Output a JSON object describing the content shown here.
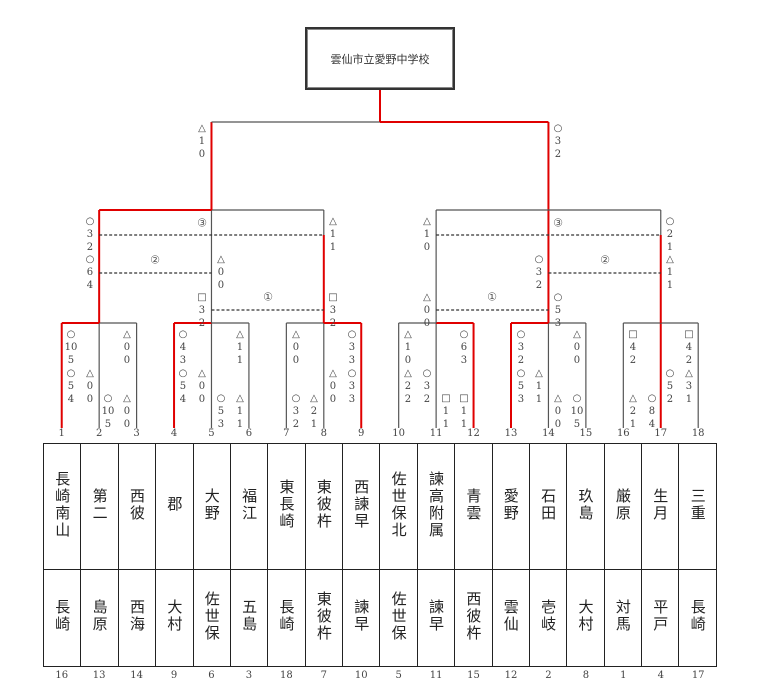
{
  "champion": "雲仙市立愛野中学校",
  "round_labels": [
    "③",
    "②",
    "①",
    "③",
    "②",
    "①"
  ],
  "slot_numbers": [
    "1",
    "2",
    "3",
    "4",
    "5",
    "6",
    "7",
    "8",
    "9",
    "10",
    "11",
    "12",
    "13",
    "14",
    "15",
    "16",
    "17",
    "18"
  ],
  "scores": [
    {
      "mark": "△",
      "a": "1",
      "b": "0"
    },
    {
      "mark": "○",
      "a": "3",
      "b": "2"
    },
    {
      "mark": "○",
      "a": "3",
      "b": "2"
    },
    {
      "mark": "○",
      "a": "6",
      "b": "4"
    },
    {
      "mark": "△",
      "a": "0",
      "b": "0"
    },
    {
      "mark": "□",
      "a": "3",
      "b": "2"
    },
    {
      "mark": "△",
      "a": "1",
      "b": "1"
    },
    {
      "mark": "□",
      "a": "3",
      "b": "2"
    },
    {
      "mark": "○",
      "a": "10",
      "b": "5"
    },
    {
      "mark": "○",
      "a": "5",
      "b": "4"
    },
    {
      "mark": "△",
      "a": "0",
      "b": "0"
    },
    {
      "mark": "○",
      "a": "10",
      "b": "5"
    },
    {
      "mark": "△",
      "a": "0",
      "b": "0"
    },
    {
      "mark": "△",
      "a": "0",
      "b": "0"
    },
    {
      "mark": "○",
      "a": "4",
      "b": "3"
    },
    {
      "mark": "○",
      "a": "5",
      "b": "4"
    },
    {
      "mark": "△",
      "a": "0",
      "b": "0"
    },
    {
      "mark": "○",
      "a": "5",
      "b": "3"
    },
    {
      "mark": "△",
      "a": "1",
      "b": "1"
    },
    {
      "mark": "△",
      "a": "1",
      "b": "1"
    },
    {
      "mark": "△",
      "a": "0",
      "b": "0"
    },
    {
      "mark": "○",
      "a": "3",
      "b": "2"
    },
    {
      "mark": "△",
      "a": "2",
      "b": "1"
    },
    {
      "mark": "△",
      "a": "0",
      "b": "0"
    },
    {
      "mark": "○",
      "a": "3",
      "b": "3"
    },
    {
      "mark": "○",
      "a": "3",
      "b": "3"
    },
    {
      "mark": "△",
      "a": "1",
      "b": "0"
    },
    {
      "mark": "○",
      "a": "2",
      "b": "1"
    },
    {
      "mark": "△",
      "a": "1",
      "b": "1"
    },
    {
      "mark": "○",
      "a": "3",
      "b": "2"
    },
    {
      "mark": "△",
      "a": "0",
      "b": "0"
    },
    {
      "mark": "○",
      "a": "5",
      "b": "3"
    },
    {
      "mark": "△",
      "a": "1",
      "b": "0"
    },
    {
      "mark": "△",
      "a": "2",
      "b": "2"
    },
    {
      "mark": "○",
      "a": "3",
      "b": "2"
    },
    {
      "mark": "□",
      "a": "1",
      "b": "1"
    },
    {
      "mark": "○",
      "a": "6",
      "b": "3"
    },
    {
      "mark": "□",
      "a": "1",
      "b": "1"
    },
    {
      "mark": "○",
      "a": "3",
      "b": "2"
    },
    {
      "mark": "○",
      "a": "5",
      "b": "3"
    },
    {
      "mark": "△",
      "a": "1",
      "b": "1"
    },
    {
      "mark": "△",
      "a": "0",
      "b": "0"
    },
    {
      "mark": "△",
      "a": "0",
      "b": "0"
    },
    {
      "mark": "○",
      "a": "10",
      "b": "5"
    },
    {
      "mark": "□",
      "a": "4",
      "b": "2"
    },
    {
      "mark": "△",
      "a": "2",
      "b": "1"
    },
    {
      "mark": "○",
      "a": "8",
      "b": "4"
    },
    {
      "mark": "○",
      "a": "5",
      "b": "2"
    },
    {
      "mark": "□",
      "a": "4",
      "b": "2"
    },
    {
      "mark": "△",
      "a": "3",
      "b": "1"
    }
  ],
  "teams": [
    {
      "school": "長崎南山",
      "region": "長崎",
      "seed": "16"
    },
    {
      "school": "第二",
      "region": "島原",
      "seed": "13"
    },
    {
      "school": "西彼",
      "region": "西海",
      "seed": "14"
    },
    {
      "school": "郡",
      "region": "大村",
      "seed": "9"
    },
    {
      "school": "大野",
      "region": "佐世保",
      "seed": "6"
    },
    {
      "school": "福江",
      "region": "五島",
      "seed": "3"
    },
    {
      "school": "東長崎",
      "region": "長崎",
      "seed": "18"
    },
    {
      "school": "東彼杵",
      "region": "東彼杵",
      "seed": "7"
    },
    {
      "school": "西諫早",
      "region": "諫早",
      "seed": "10"
    },
    {
      "school": "佐世保北",
      "region": "佐世保",
      "seed": "5"
    },
    {
      "school": "諫高附属",
      "region": "諫早",
      "seed": "11"
    },
    {
      "school": "青雲",
      "region": "西彼杵",
      "seed": "15"
    },
    {
      "school": "愛野",
      "region": "雲仙",
      "seed": "12"
    },
    {
      "school": "石田",
      "region": "壱岐",
      "seed": "2"
    },
    {
      "school": "玖島",
      "region": "大村",
      "seed": "8"
    },
    {
      "school": "厳原",
      "region": "対馬",
      "seed": "1"
    },
    {
      "school": "生月",
      "region": "平戸",
      "seed": "4"
    },
    {
      "school": "三重",
      "region": "長崎",
      "seed": "17"
    }
  ],
  "colors": {
    "winner_line": "#e00000",
    "line": "#555555",
    "border": "#222222"
  }
}
